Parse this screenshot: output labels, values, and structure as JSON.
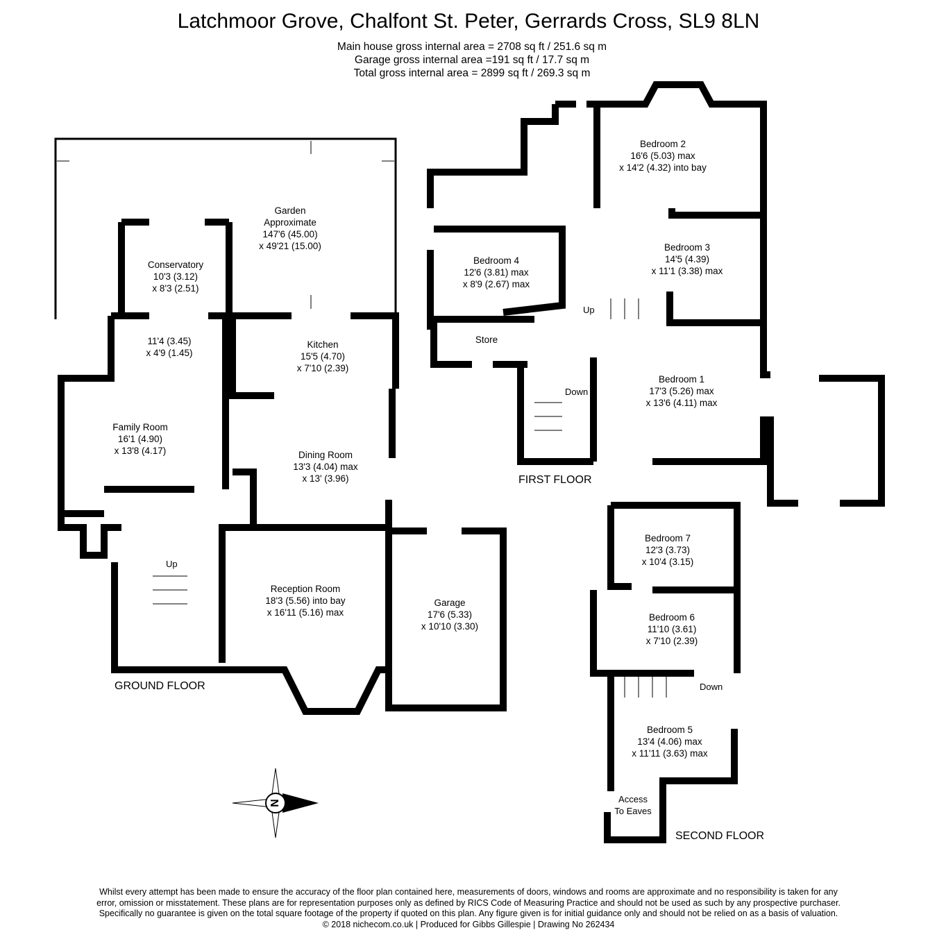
{
  "header": {
    "title": "Latchmoor Grove, Chalfont St. Peter, Gerrards Cross, SL9 8LN",
    "areas": [
      "Main house gross internal area =  2708 sq ft / 251.6 sq m",
      "Garage gross internal area =191 sq ft / 17.7 sq m",
      "Total gross internal area =  2899 sq ft / 269.3 sq m"
    ]
  },
  "ground_floor": {
    "label": "GROUND FLOOR",
    "rooms": [
      {
        "name": "Garden",
        "lines": [
          "Approximate",
          "147'6 (45.00)",
          "x 49'21 (15.00)"
        ]
      },
      {
        "name": "Conservatory",
        "lines": [
          "10'3 (3.12)",
          "x 8'3 (2.51)"
        ]
      },
      {
        "name": "",
        "lines": [
          "11'4 (3.45)",
          "x 4'9 (1.45)"
        ]
      },
      {
        "name": "Kitchen",
        "lines": [
          "15'5 (4.70)",
          "x 7'10 (2.39)"
        ]
      },
      {
        "name": "Family Room",
        "lines": [
          "16'1 (4.90)",
          "x 13'8 (4.17)"
        ]
      },
      {
        "name": "Dining Room",
        "lines": [
          "13'3 (4.04) max",
          "x 13' (3.96)"
        ]
      },
      {
        "name": "Reception Room",
        "lines": [
          "18'3 (5.56) into bay",
          "x 16'11 (5.16) max"
        ]
      },
      {
        "name": "Garage",
        "lines": [
          "17'6 (5.33)",
          "x 10'10 (3.30)"
        ]
      }
    ],
    "stair_label": "Up"
  },
  "first_floor": {
    "label": "FIRST FLOOR",
    "rooms": [
      {
        "name": "Bedroom 2",
        "lines": [
          "16'6 (5.03) max",
          "x 14'2 (4.32) into bay"
        ]
      },
      {
        "name": "Bedroom 3",
        "lines": [
          "14'5 (4.39)",
          "x 11'1 (3.38) max"
        ]
      },
      {
        "name": "Bedroom 4",
        "lines": [
          "12'6 (3.81) max",
          "x 8'9 (2.67) max"
        ]
      },
      {
        "name": "Store",
        "lines": []
      },
      {
        "name": "Bedroom 1",
        "lines": [
          "17'3 (5.26) max",
          "x 13'6 (4.11) max"
        ]
      }
    ],
    "stair_up": "Up",
    "stair_down": "Down"
  },
  "second_floor": {
    "label": "SECOND FLOOR",
    "rooms": [
      {
        "name": "Bedroom 7",
        "lines": [
          "12'3 (3.73)",
          "x 10'4 (3.15)"
        ]
      },
      {
        "name": "Bedroom 6",
        "lines": [
          "11'10 (3.61)",
          "x 7'10 (2.39)"
        ]
      },
      {
        "name": "Bedroom 5",
        "lines": [
          "13'4 (4.06) max",
          "x 11'11 (3.63) max"
        ]
      }
    ],
    "stair_down": "Down",
    "eaves": [
      "Access",
      "To Eaves"
    ]
  },
  "compass": {
    "letter": "N",
    "icon": "compass-icon"
  },
  "footer": {
    "disclaimer": [
      "Whilst every attempt has been made to ensure the accuracy of the floor plan contained here, measurements of doors, windows and rooms are approximate and no responsibility is taken for any",
      "error, omission or misstatement. These plans are for representation purposes only as defined by RICS Code of Measuring Practice and should not be used as such by any prospective purchaser.",
      "Specifically no guarantee is given on the total square footage of the property if quoted on this plan. Any figure given is for initial guidance only and should not be relied on as a basis of valuation.",
      "© 2018 nichecom.co.uk  |  Produced for Gibbs Gillespie  |  Drawing No 262434"
    ]
  }
}
